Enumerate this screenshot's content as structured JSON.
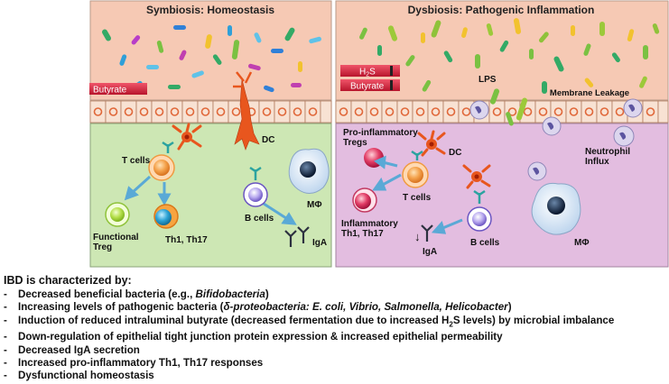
{
  "panels": {
    "left": {
      "title": "Symbiosis: Homeostasis",
      "butyrate_label": "Butyrate",
      "labels": {
        "dc": "DC",
        "t_cells": "T cells",
        "functional_treg_line1": "Functional",
        "functional_treg_line2": "Treg",
        "th1_th17": "Th1, Th17",
        "b_cells": "B cells",
        "macrophage": "MΦ",
        "iga": "IgA"
      }
    },
    "right": {
      "title": "Dysbiosis: Pathogenic Inflammation",
      "h2s_label": "H",
      "h2s_sub": "2",
      "h2s_tail": "S",
      "butyrate_label": "Butyrate",
      "lps_label": "LPS",
      "membrane_leakage": "Membrane Leakage",
      "labels": {
        "pro_inflammatory_line1": "Pro-inflammatory",
        "pro_inflammatory_line2": "Tregs",
        "dc": "DC",
        "neutrophil_line1": "Neutrophil",
        "neutrophil_line2": "Influx",
        "t_cells": "T cells",
        "inflammatory_line1": "Inflammatory",
        "inflammatory_line2": "Th1, Th17",
        "iga": "IgA",
        "iga_arrow": "↓",
        "b_cells": "B cells",
        "macrophage": "MΦ"
      }
    }
  },
  "summary": {
    "heading": "IBD is characterized by:",
    "items": [
      {
        "text_a": "Decreased beneficial bacteria (e.g., ",
        "italic_a": "Bifidobacteria",
        "text_b": ")"
      },
      {
        "text_a": "Increasing levels of pathogenic bacteria (",
        "italic_a": "δ-proteobacteria: E. coli, Vibrio,  Salmonella, Helicobacter",
        "text_b": ")"
      },
      {
        "text_a": "Induction of reduced intraluminal butyrate (decreased fermentation due to increased H",
        "sub": "2",
        "text_b": "S levels) by microbial imbalance"
      },
      {
        "text_a": "Down-regulation of epithelial tight junction protein expression & increased epithelial permeability"
      },
      {
        "text_a": "Decreased IgA secretion"
      },
      {
        "text_a": "Increased pro-inflammatory Th1, Th17 responses"
      },
      {
        "text_a": "Dysfunctional homeostasis"
      }
    ]
  },
  "colors": {
    "lumen_fill": "#f6c9b4",
    "panel_border": "#b89a8a",
    "epithelium_fill": "#f3d6c4",
    "nucleus": "#e0683a",
    "left_lamina": "#cde7b4",
    "right_lamina": "#e3bde0",
    "butyrate_bar": "#d22a3c",
    "dc": "#e8561e"
  }
}
